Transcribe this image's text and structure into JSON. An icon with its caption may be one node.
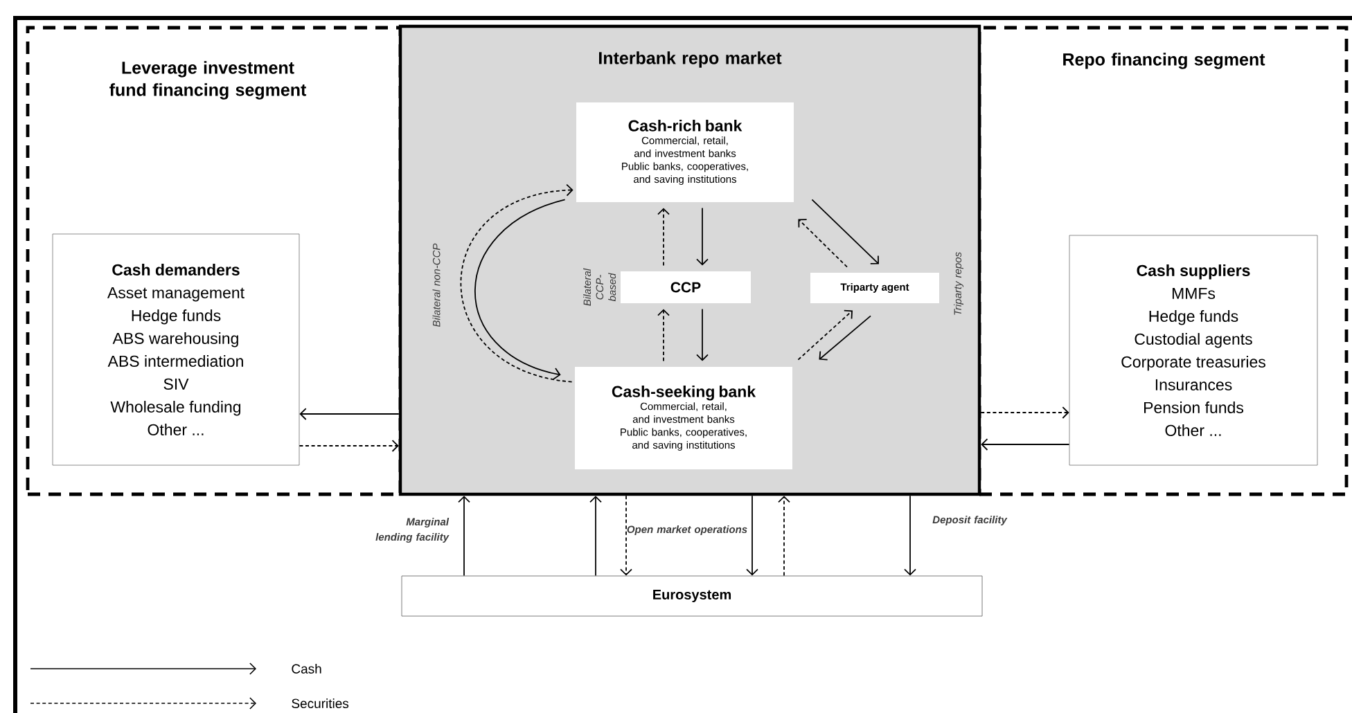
{
  "diagram": {
    "nodes": [
      {
        "text": [
          "Leverage investment fund financing segment"
        ]
      },
      {
        "text": [
          "Cash demanders",
          "Asset management",
          "Hedge funds",
          "ABS warehousing",
          "ABS intermediation",
          "SIV",
          "Wholesale funding",
          "Other ..."
        ],
        "in": 0
      },
      {
        "text": [
          "Interbank repo market"
        ]
      },
      {
        "text": [
          "Cash-rich bank",
          "Commercial, retail, and investment banks",
          "Public banks, cooperatives, and saving institutions"
        ],
        "in": 2
      },
      {
        "text": [
          "CCP"
        ],
        "beside": [
          "Bilateral CCP-based"
        ],
        "in": 2
      },
      {
        "text": [
          "Triparty agent"
        ],
        "in": 2
      },
      {
        "text": [
          "Cash-seeking bank",
          "Commercial, retail, and investment banks",
          "Public banks, cooperatives, and saving institutions"
        ],
        "in": 2
      },
      {
        "text": [
          "Repo financing segment"
        ]
      },
      {
        "text": [
          "Cash suppliers",
          "MMFs",
          "Hedge funds",
          "Custodial agents",
          "Corporate treasuries",
          "Insurances",
          "Pension funds",
          "Other ..."
        ],
        "in": 7
      },
      {
        "text": [
          "Eurosystem"
        ]
      }
    ],
    "edges": [
      {
        "from": 3,
        "to": 6,
        "arrow": "to"
      },
      {
        "from": 6,
        "to": 3,
        "arrow": "to",
        "style": "dashed"
      },
      {
        "from": 3,
        "to": 4,
        "arrow": "to"
      },
      {
        "from": 4,
        "to": 3,
        "arrow": "to",
        "style": "dashed"
      },
      {
        "from": 4,
        "to": 6,
        "arrow": "to"
      },
      {
        "from": 6,
        "to": 4,
        "arrow": "to",
        "style": "dashed"
      },
      {
        "from": 3,
        "to": 5,
        "arrow": "to"
      },
      {
        "from": 5,
        "to": 3,
        "arrow": "to",
        "style": "dashed"
      },
      {
        "from": 6,
        "to": 5,
        "arrow": "to",
        "style": "dashed"
      },
      {
        "from": 5,
        "to": 6,
        "arrow": "to"
      },
      {
        "from": 2,
        "to": 1,
        "arrow": "to"
      },
      {
        "from": 1,
        "to": 2,
        "arrow": "to",
        "style": "dashed"
      },
      {
        "from": 2,
        "to": 8,
        "arrow": "to",
        "style": "dashed"
      },
      {
        "from": 8,
        "to": 2,
        "arrow": "to"
      },
      {
        "from": 9,
        "to": 2,
        "arrow": "to",
        "label": "Marginal lending facility"
      },
      {
        "from": 9,
        "to": 2,
        "arrow": "to"
      },
      {
        "from": 2,
        "to": 9,
        "arrow": "to",
        "style": "dashed",
        "label": "Open market operations"
      },
      {
        "from": 2,
        "to": 9,
        "arrow": "to"
      },
      {
        "from": 9,
        "to": 2,
        "arrow": "to",
        "style": "dashed"
      },
      {
        "from": 2,
        "to": 9,
        "arrow": "to",
        "label": "Deposit facility"
      }
    ],
    "labels": [
      "Bilateral non-CCP",
      "Triparty repos"
    ],
    "legend": [
      {
        "text": "Cash"
      },
      {
        "text": "Securities"
      }
    ]
  }
}
